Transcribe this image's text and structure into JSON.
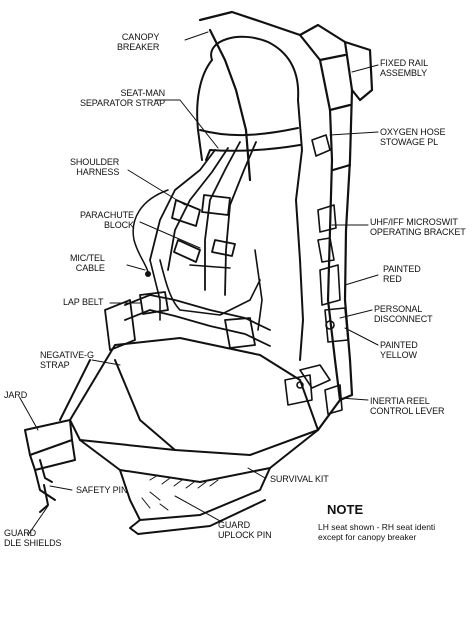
{
  "figure": {
    "labels": {
      "canopy_breaker": "CANOPY\nBREAKER",
      "fixed_rail_assembly": "FIXED RAIL\nASSEMBLY",
      "seat_man_separator_strap": "SEAT-MAN\nSEPARATOR STRAP",
      "oxygen_hose_stowage": "OXYGEN HOSE\nSTOWAGE PL",
      "shoulder_harness": "SHOULDER\nHARNESS",
      "uhf_iff_bracket": "UHF/IFF MICROSWIT\nOPERATING BRACKET",
      "parachute_block": "PARACHUTE\nBLOCK",
      "mic_tel_cable": "MIC/TEL\nCABLE",
      "painted_red": "PAINTED\nRED",
      "lap_belt": "LAP BELT",
      "personal_disconnect": "PERSONAL\nDISCONNECT",
      "painted_yellow": "PAINTED\nYELLOW",
      "negative_g_strap": "NEGATIVE-G\nSTRAP",
      "guard_top": "JARD",
      "inertia_reel": "INERTIA REEL\nCONTROL LEVER",
      "survival_kit": "SURVIVAL KIT",
      "safety_pin": "SAFETY PIN",
      "guard_bottom": "GUARD\nDLE SHIELDS",
      "guard_uplock_pin": "GUARD\nUPLOCK PIN"
    },
    "note": {
      "title": "NOTE",
      "text": "LH seat shown - RH seat identi\nexcept for canopy breaker"
    },
    "colors": {
      "ink": "#111111",
      "paper": "#ffffff"
    }
  }
}
